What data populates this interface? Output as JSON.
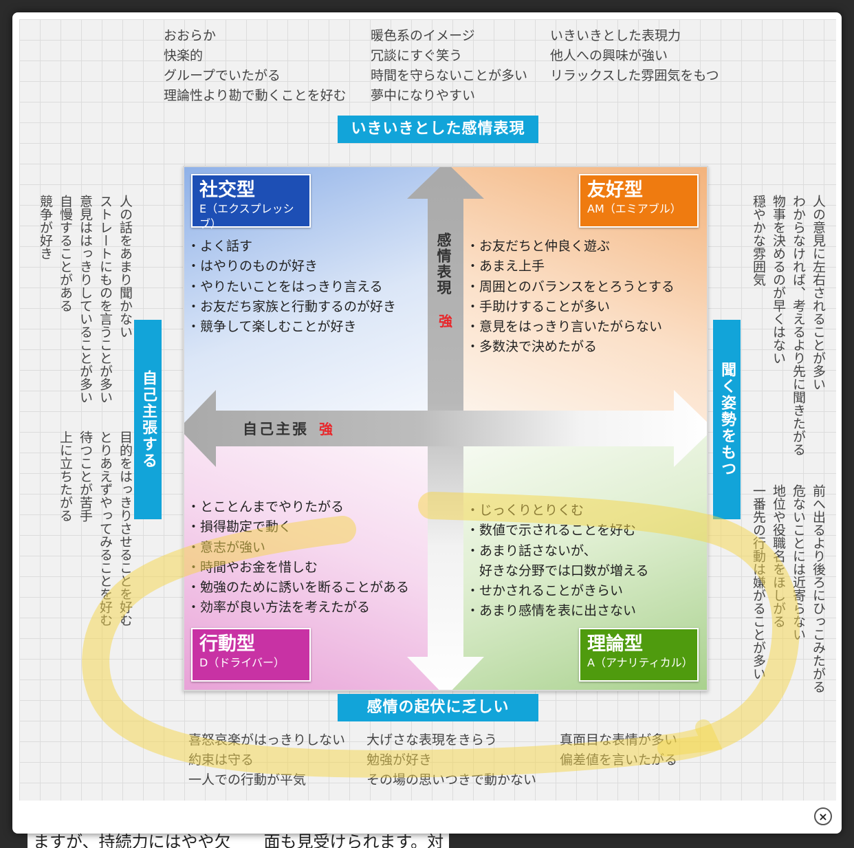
{
  "background_text": "ますが、持続力にはやや欠　　面も見受けられます。対",
  "top_notes": {
    "left": [
      "おおらか",
      "快楽的",
      "グループでいたがる",
      "理論性より勘で動くことを好む"
    ],
    "middle": [
      "暖色系のイメージ",
      "冗談にすぐ笑う",
      "時間を守らないことが多い",
      "夢中になりやすい"
    ],
    "right": [
      "いきいきとした表現力",
      "他人への興味が強い",
      "リラックスした雰囲気をもつ"
    ]
  },
  "bottom_notes": {
    "left": [
      "喜怒哀楽がはっきりしない",
      "約束は守る",
      "一人での行動が平気"
    ],
    "middle": [
      "大げさな表現をきらう",
      "勉強が好き",
      "その場の思いつきで動かない"
    ],
    "right": [
      "真面目な表情が多い",
      "偏差値を言いたがる"
    ]
  },
  "left_notes": {
    "upper": [
      "人の話をあまり聞かない",
      "ストレートにものを言うことが多い",
      "意見ははっきりしていることが多い",
      "自慢することがある",
      "競争が好き"
    ],
    "lower": [
      "目的をはっきりさせることを好む",
      "とりあえずやってみることを好む",
      "待つことが苦手",
      "上に立ちたがる"
    ]
  },
  "right_notes": {
    "upper": [
      "人の意見に左右されることが多い",
      "わからなければ、考えるより先に聞きたがる",
      "物事を決めるのが早くはない",
      "穏やかな雰囲気"
    ],
    "lower": [
      "前へ出るより後ろにひっこみたがる",
      "危ないことには近寄らない",
      "地位や役職名をほしがる",
      "一番先の行動は嫌がることが多い"
    ]
  },
  "axis_labels": {
    "top": "いきいきとした感情表現",
    "bottom": "感情の起伏に乏しい",
    "left": "自己主張する",
    "right": "聞く姿勢をもつ"
  },
  "arrow_labels": {
    "vertical": "感情表現",
    "vertical_strong": "強",
    "horizontal": "自己主張",
    "horizontal_strong": "強"
  },
  "quadrants": {
    "tl": {
      "title": "社交型",
      "subtitle": "E（エクスプレッシブ）",
      "color": "#1d4fb5",
      "items": [
        "よく話す",
        "はやりのものが好き",
        "やりたいことをはっきり言える",
        "お友だち家族と行動するのが好き",
        "競争して楽しむことが好き"
      ]
    },
    "tr": {
      "title": "友好型",
      "subtitle": "AM（エミアブル）",
      "color": "#ef7b10",
      "items": [
        "お友だちと仲良く遊ぶ",
        "あまえ上手",
        "周囲とのバランスをとろうとする",
        "手助けすることが多い",
        "意見をはっきり言いたがらない",
        "多数決で決めたがる"
      ]
    },
    "bl": {
      "title": "行動型",
      "subtitle": "D（ドライバー）",
      "color": "#c832a4",
      "items": [
        "とことんまでやりたがる",
        "損得勘定で動く",
        "意志が強い",
        "時間やお金を惜しむ",
        "勉強のために誘いを断ることがある",
        "効率が良い方法を考えたがる"
      ]
    },
    "br": {
      "title": "理論型",
      "subtitle": "A（アナリティカル）",
      "color": "#4f9b0e",
      "items": [
        "じっくりとりくむ",
        "数値で示されることを好む",
        "あまり話さないが、",
        "好きな分野では口数が増える",
        "せかされることがきらい",
        "あまり感情を表に出さない"
      ]
    }
  },
  "close_label": "×",
  "colors": {
    "axis_box": "#12a4d9",
    "strong_mark": "#e8262a",
    "highlight": "#f5d64a"
  }
}
